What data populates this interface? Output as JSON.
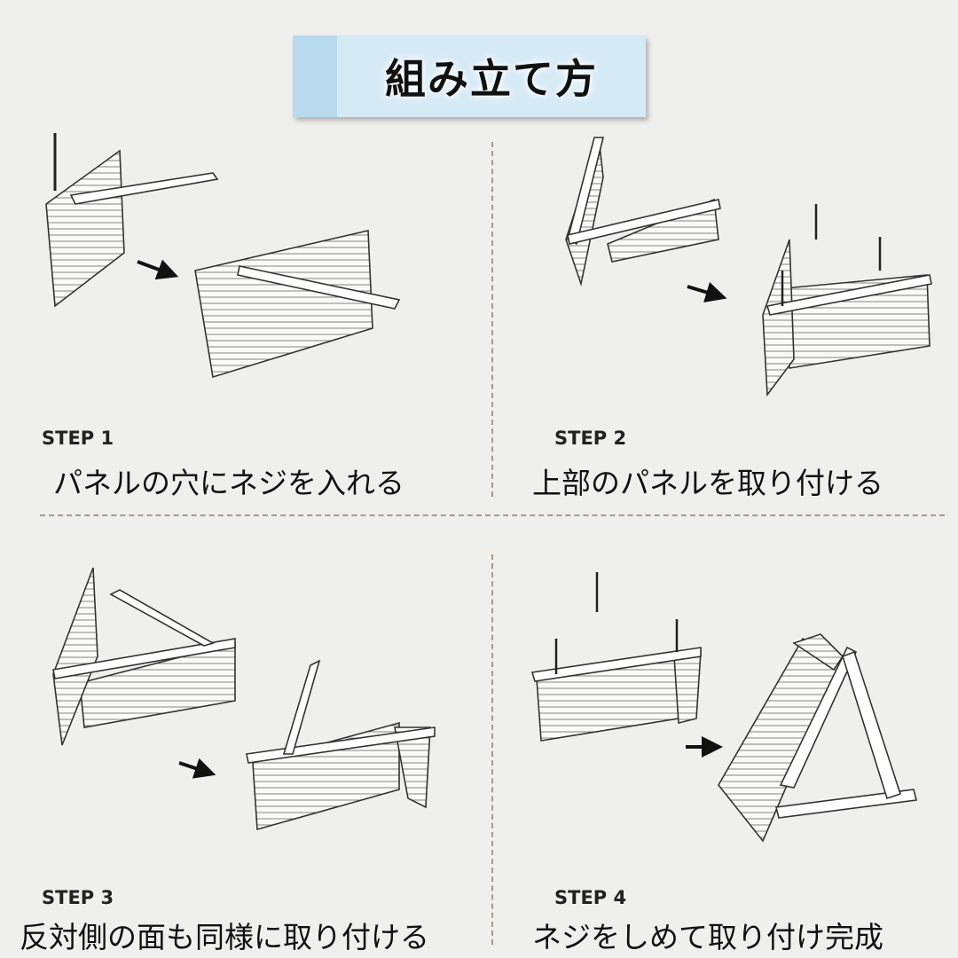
{
  "title": "組み立て方",
  "steps": [
    {
      "label": "STEP 1",
      "caption": "パネルの穴にネジを入れる"
    },
    {
      "label": "STEP 2",
      "caption": "上部のパネルを取り付ける"
    },
    {
      "label": "STEP 3",
      "caption": "反対側の面も同様に取り付ける"
    },
    {
      "label": "STEP 4",
      "caption": "ネジをしめて取り付け完成"
    }
  ]
}
